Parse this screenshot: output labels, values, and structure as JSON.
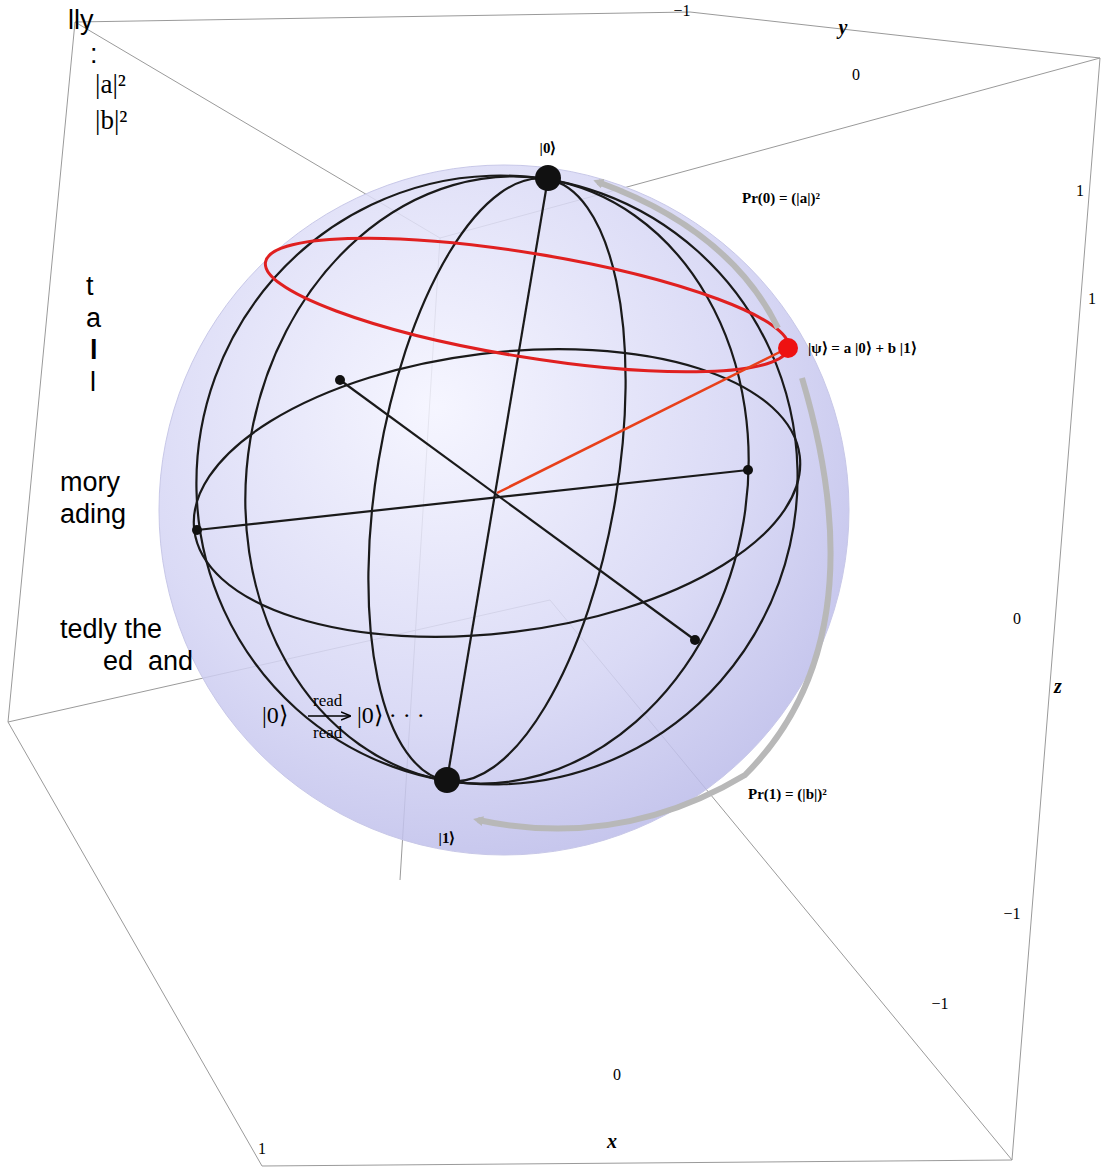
{
  "diagram": {
    "labels": [
      "lly",
      ":",
      "|a|²",
      "|b|²",
      "t",
      "a",
      "l",
      "l",
      "mory",
      "ading",
      "tedly the",
      "ed  and",
      "|0⟩",
      "read",
      "|0⟩ · · ·",
      "read",
      "−1",
      "y",
      "0",
      "1",
      "1",
      "|0⟩",
      "Pr(0) = (|a|)²",
      "|ψ⟩ = a |0⟩ + b |1⟩",
      "0",
      "z",
      "Pr(1) = (|b|)²",
      "|1⟩",
      "−1",
      "−1",
      "0",
      "x",
      "1"
    ]
  }
}
